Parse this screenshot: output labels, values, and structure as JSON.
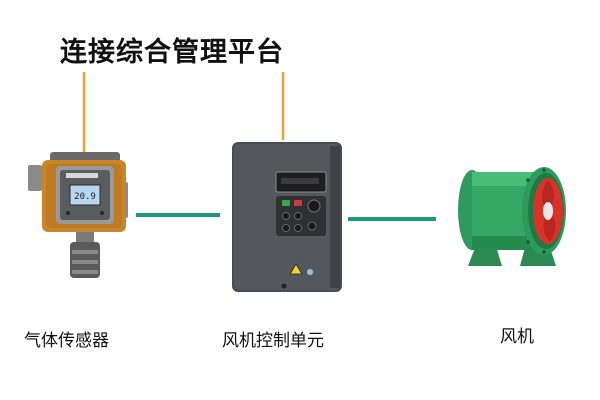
{
  "title": "连接综合管理平台",
  "nodes": {
    "sensor": {
      "label": "气体传感器",
      "display_value": "20.9"
    },
    "control": {
      "label": "风机控制单元"
    },
    "fan": {
      "label": "风机"
    }
  },
  "colors": {
    "platform_link": "#f0a030",
    "device_link": "#1a9a7a",
    "inverter_body": "#4a4d52",
    "sensor_body": "#c8862a",
    "fan_body": "#2e9a5e",
    "fan_blade": "#d8332a"
  }
}
